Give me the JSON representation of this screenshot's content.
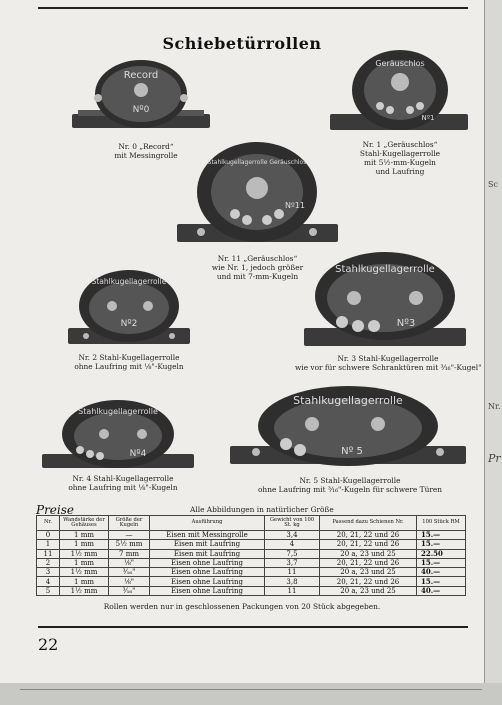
{
  "title": "Schiebetürrollen",
  "captions": {
    "nr0": [
      "Nr. 0 „Record“",
      "mit Messingrolle"
    ],
    "nr1": [
      "Nr. 1 „Geräuschlos“",
      "Stahl-Kugellagerrolle",
      "mit 5½-mm-Kugeln",
      "und Laufring"
    ],
    "nr11": [
      "Nr. 11 „Geräuschlos“",
      "wie Nr. 1, jedoch größer",
      "und mit 7-mm-Kugeln"
    ],
    "nr2": [
      "Nr. 2 Stahl-Kugellagerrolle",
      "ohne Laufring mit ⅛\"-Kugeln"
    ],
    "nr3": [
      "Nr. 3 Stahl-Kugellagerrolle",
      "wie vor für schwere Schranktüren mit ³⁄₁₆\"-Kugel\""
    ],
    "nr4": [
      "Nr. 4 Stahl-Kugellagerrolle",
      "ohne Laufring mit ⅛\"-Kugeln"
    ],
    "nr5": [
      "Nr. 5 Stahl-Kugellagerrolle",
      "ohne Laufring mit ³⁄₁₆\"-Kugeln für schwere Türen"
    ]
  },
  "roller_labels": {
    "nr0": [
      "Record",
      "Nº0"
    ],
    "nr1": [
      "Geräuschlos",
      "Nº1"
    ],
    "nr11": [
      "Stahlkugellagerrolle Geräuschlos",
      "Nº11"
    ],
    "nr2": [
      "Stahlkugellagerrolle",
      "Nº2"
    ],
    "nr3": [
      "Stahlkugellagerrolle",
      "Nº3"
    ],
    "nr4": [
      "Stahlkugellagerrolle",
      "Nº4"
    ],
    "nr5": [
      "Stahlkugellagerrolle",
      "Nº 5"
    ]
  },
  "preise_label": "Preise",
  "abbildungen_note": "Alle Abbildungen in natürlicher Größe",
  "table": {
    "headers": [
      "Nr.",
      "Wandstärke der Gehäuses",
      "Größe der Kugeln",
      "Ausführung",
      "Gewicht von 100 St. kg",
      "Passend dazu Schienen Nr.",
      "100 Stück RM"
    ],
    "rows": [
      [
        "0",
        "1 mm",
        "—",
        "Eisen mit Messingrolle",
        "3,4",
        "20, 21, 22 und 26",
        "15.—"
      ],
      [
        "1",
        "1 mm",
        "5½ mm",
        "Eisen mit Laufring",
        "4",
        "20, 21, 22 und 26",
        "15.—"
      ],
      [
        "11",
        "1½ mm",
        "7 mm",
        "Eisen mit Laufring",
        "7,5",
        "20 a, 23 und 25",
        "22.50"
      ],
      [
        "2",
        "1 mm",
        "⅛\"",
        "Eisen ohne Laufring",
        "3,7",
        "20, 21, 22 und 26",
        "15.—"
      ],
      [
        "3",
        "1½ mm",
        "³⁄₁₆\"",
        "Eisen ohne Laufring",
        "11",
        "20 a, 23 und 25",
        "40.—"
      ],
      [
        "4",
        "1 mm",
        "⅛\"",
        "Eisen ohne Laufring",
        "3,8",
        "20, 21, 22 und 26",
        "15.—"
      ],
      [
        "5",
        "1½ mm",
        "³⁄₁₆\"",
        "Eisen ohne Laufring",
        "11",
        "20 a, 23 und 25",
        "40.—"
      ]
    ]
  },
  "note": "Rollen werden nur in geschlossenen Packungen von 20 Stück abgegeben.",
  "page_number": "22",
  "next_page_marks": [
    "Sc",
    "Nr.",
    "Pr"
  ]
}
